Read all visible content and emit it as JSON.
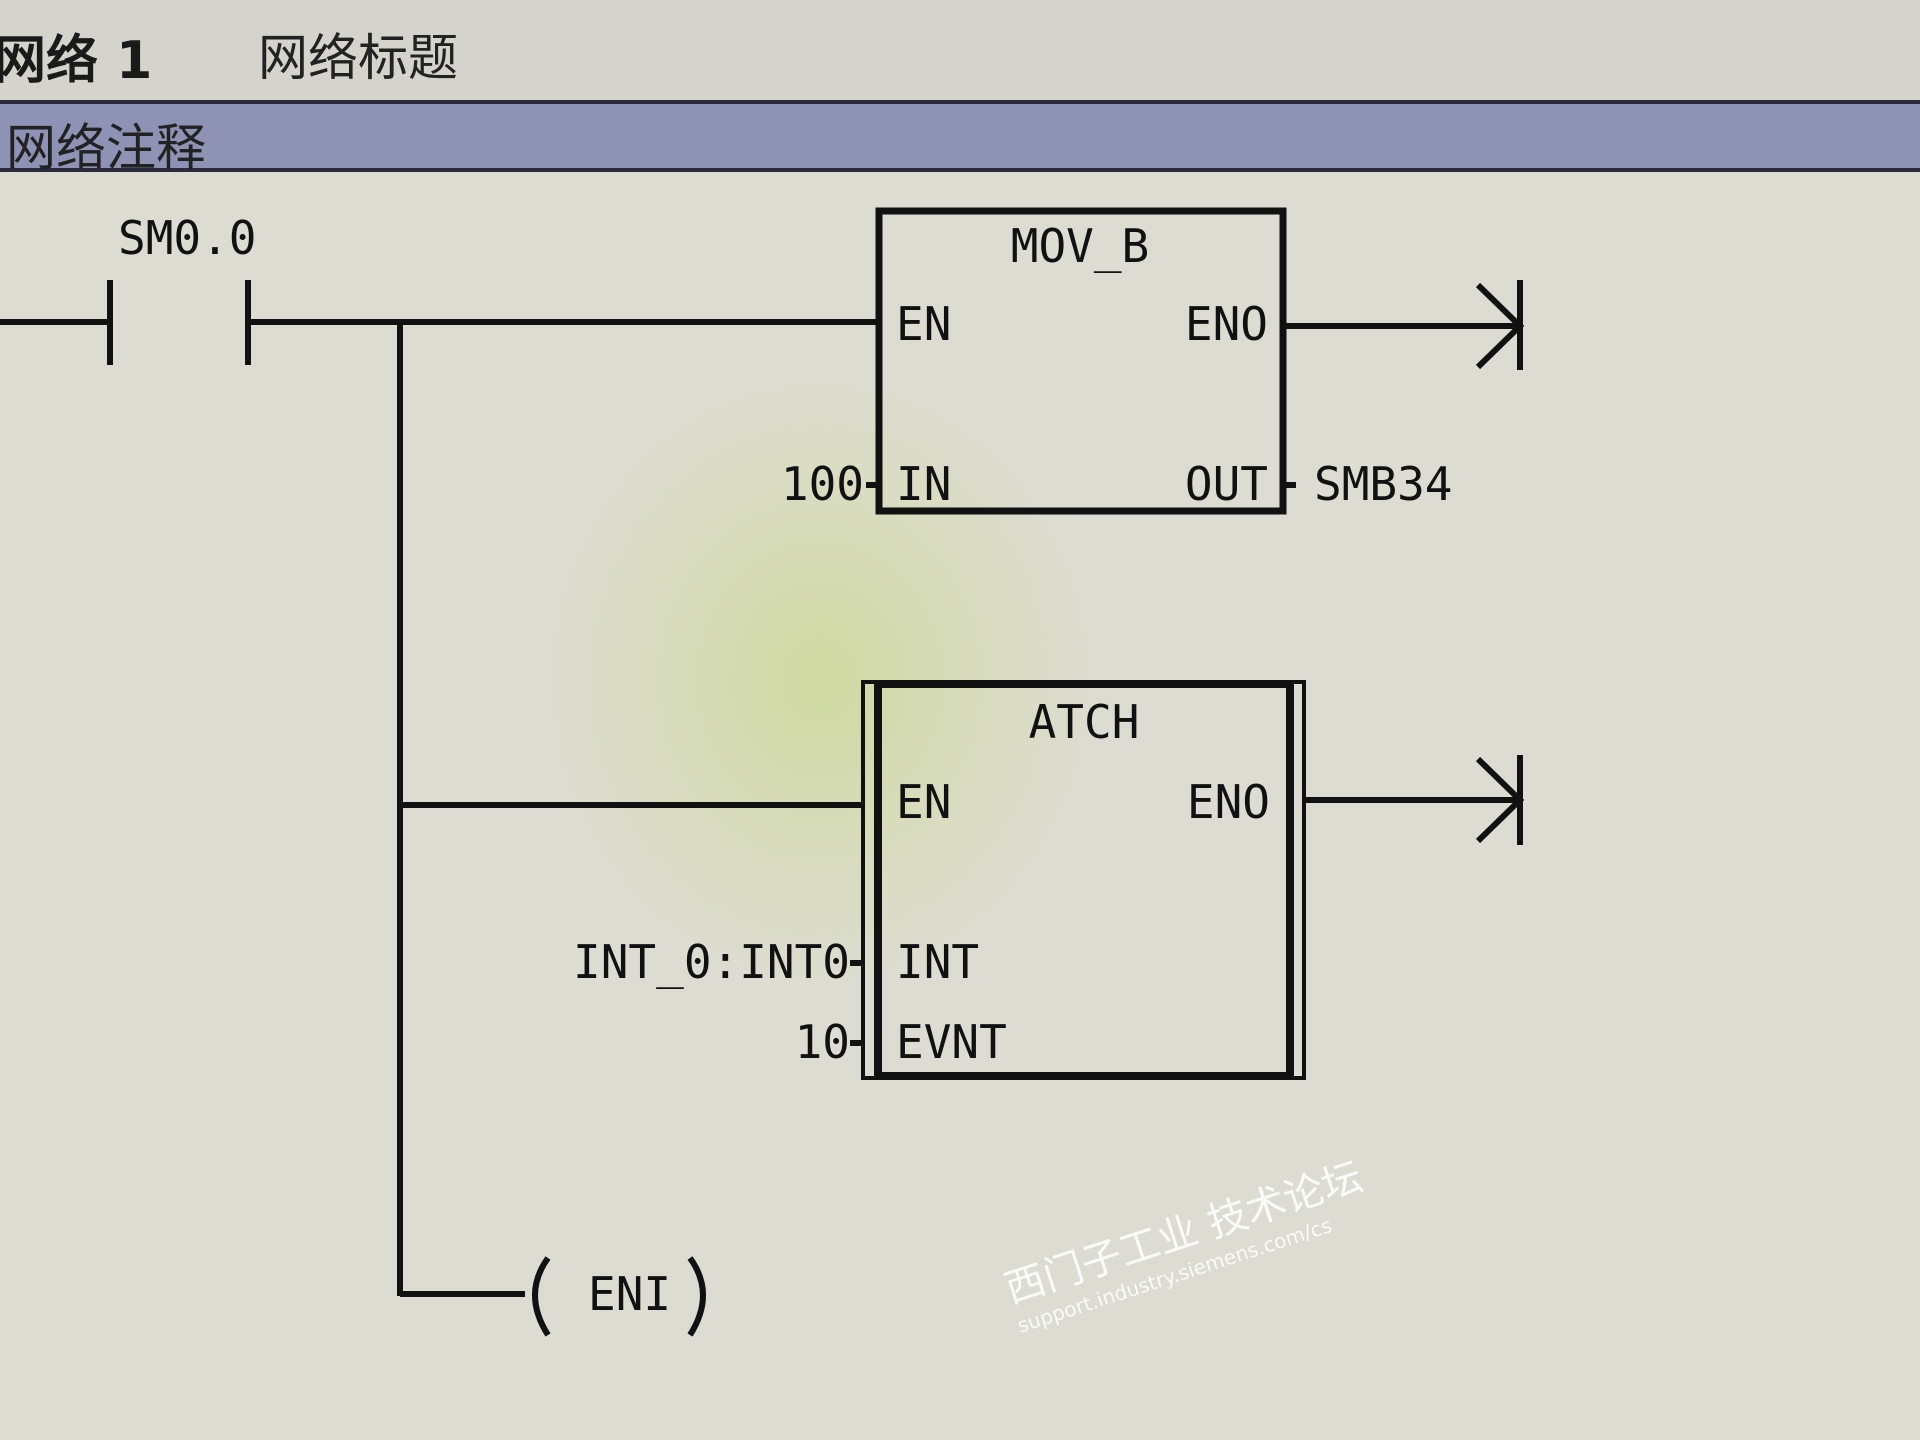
{
  "network": {
    "number_label": "网络 1",
    "title": "网络标题",
    "comment": "网络注释"
  },
  "contact": {
    "address": "SM0.0"
  },
  "mov_b": {
    "name": "MOV_B",
    "en": "EN",
    "eno": "ENO",
    "in": "IN",
    "out": "OUT",
    "in_value": "100",
    "out_value": "SMB34"
  },
  "atch": {
    "name": "ATCH",
    "en": "EN",
    "eno": "ENO",
    "int": "INT",
    "evnt": "EVNT",
    "int_value": "INT_0:INT0",
    "evnt_value": "10"
  },
  "eni_coil": {
    "label": "ENI"
  },
  "watermark": {
    "line1": "西门子工业 技术论坛",
    "line2": "support.industry.siemens.com/cs"
  }
}
